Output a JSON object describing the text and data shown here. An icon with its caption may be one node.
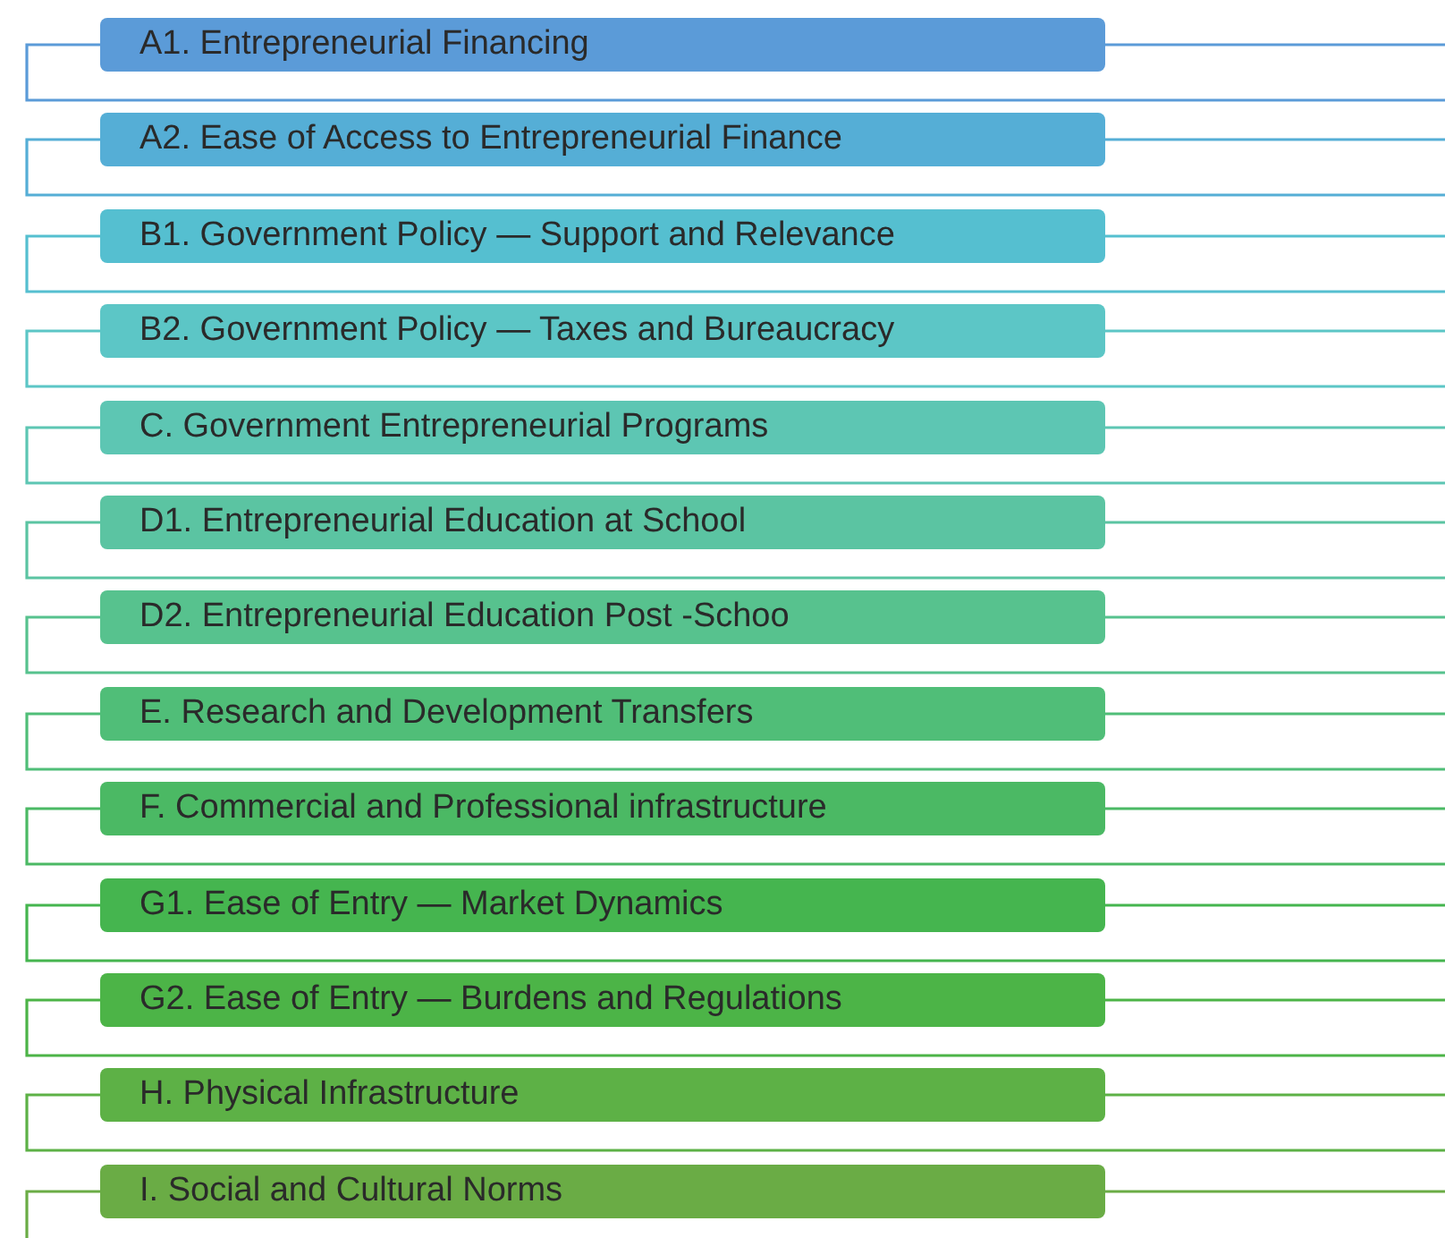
{
  "diagram": {
    "nodes": [
      {
        "text": [
          "A1. Entrepreneurial Financing"
        ]
      },
      {
        "text": [
          "A2. Ease of Access to Entrepreneurial Finance"
        ]
      },
      {
        "text": [
          "B1. Government Policy — Support and Relevance"
        ]
      },
      {
        "text": [
          "B2. Government Policy — Taxes and Bureaucracy"
        ]
      },
      {
        "text": [
          "C. Government Entrepreneurial Programs"
        ]
      },
      {
        "text": [
          "D1. Entrepreneurial Education at School"
        ]
      },
      {
        "text": [
          "D2. Entrepreneurial Education Post -Schoo"
        ]
      },
      {
        "text": [
          "E. Research and Development Transfers"
        ]
      },
      {
        "text": [
          "F. Commercial and Professional infrastructure"
        ]
      },
      {
        "text": [
          "G1. Ease of Entry — Market Dynamics"
        ]
      },
      {
        "text": [
          "G2. Ease of Entry — Burdens and Regulations"
        ]
      },
      {
        "text": [
          "H. Physical Infrastructure"
        ]
      },
      {
        "text": [
          "I. Social and Cultural Norms"
        ]
      }
    ],
    "edges": [
      {
        "from": 0,
        "to": null,
        "arrow": "none",
        "color": "#5b9bd8"
      },
      {
        "from": 0,
        "to": null,
        "arrow": "none",
        "color": "#5b9bd8"
      },
      {
        "from": 1,
        "to": null,
        "arrow": "none",
        "color": "#55aed6"
      },
      {
        "from": 1,
        "to": null,
        "arrow": "none",
        "color": "#55aed6"
      },
      {
        "from": 2,
        "to": null,
        "arrow": "none",
        "color": "#55bfd0"
      },
      {
        "from": 2,
        "to": null,
        "arrow": "none",
        "color": "#55bfd0"
      },
      {
        "from": 3,
        "to": null,
        "arrow": "none",
        "color": "#5cc6c6"
      },
      {
        "from": 3,
        "to": null,
        "arrow": "none",
        "color": "#5cc6c6"
      },
      {
        "from": 4,
        "to": null,
        "arrow": "none",
        "color": "#5dc6b3"
      },
      {
        "from": 4,
        "to": null,
        "arrow": "none",
        "color": "#5dc6b3"
      },
      {
        "from": 5,
        "to": null,
        "arrow": "none",
        "color": "#5bc4a2"
      },
      {
        "from": 5,
        "to": null,
        "arrow": "none",
        "color": "#5bc4a2"
      },
      {
        "from": 6,
        "to": null,
        "arrow": "none",
        "color": "#57c28e"
      },
      {
        "from": 6,
        "to": null,
        "arrow": "none",
        "color": "#57c28e"
      },
      {
        "from": 7,
        "to": null,
        "arrow": "none",
        "color": "#50be78"
      },
      {
        "from": 7,
        "to": null,
        "arrow": "none",
        "color": "#50be78"
      },
      {
        "from": 8,
        "to": null,
        "arrow": "none",
        "color": "#4bb964"
      },
      {
        "from": 8,
        "to": null,
        "arrow": "none",
        "color": "#4bb964"
      },
      {
        "from": 9,
        "to": null,
        "arrow": "none",
        "color": "#45b54f"
      },
      {
        "from": 9,
        "to": null,
        "arrow": "none",
        "color": "#45b54f"
      },
      {
        "from": 10,
        "to": null,
        "arrow": "none",
        "color": "#4cb447"
      },
      {
        "from": 10,
        "to": null,
        "arrow": "none",
        "color": "#4cb447"
      },
      {
        "from": 11,
        "to": null,
        "arrow": "none",
        "color": "#5db146"
      },
      {
        "from": 11,
        "to": null,
        "arrow": "none",
        "color": "#5db146"
      },
      {
        "from": 12,
        "to": null,
        "arrow": "none",
        "color": "#6aac45"
      },
      {
        "from": 12,
        "to": null,
        "arrow": "none",
        "color": "#6aac45"
      }
    ]
  }
}
